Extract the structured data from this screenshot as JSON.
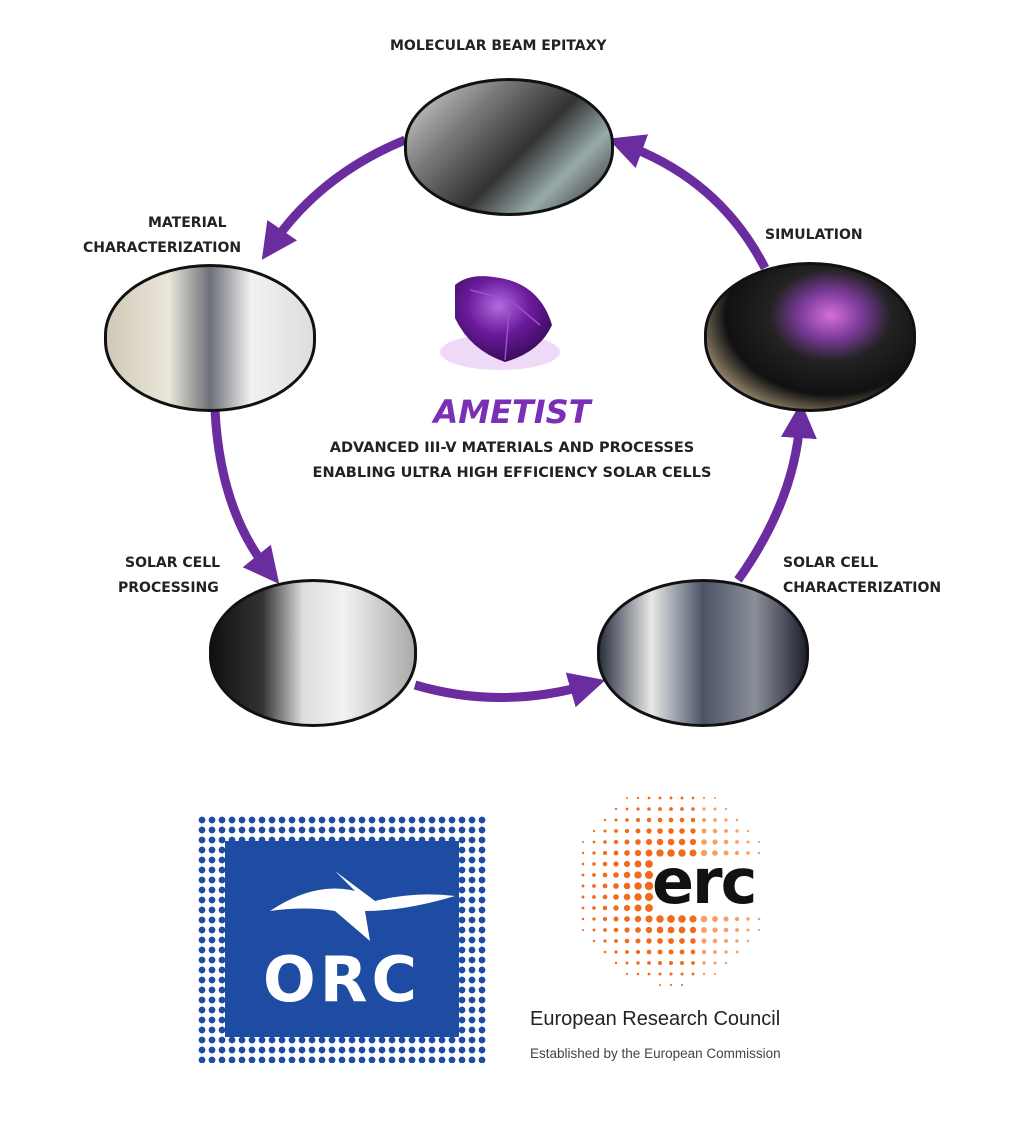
{
  "nodes": {
    "mbe": "MOLECULAR BEAM EPITAXY",
    "material_1": "MATERIAL",
    "material_2": "CHARACTERIZATION",
    "simulation": "SIMULATION",
    "processing_1": "SOLAR CELL",
    "processing_2": "PROCESSING",
    "cellchar_1": "SOLAR CELL",
    "cellchar_2": "CHARACTERIZATION"
  },
  "center": {
    "title": "AMETIST",
    "subtitle_1": "ADVANCED III-V MATERIALS AND PROCESSES",
    "subtitle_2": "ENABLING ULTRA HIGH EFFICIENCY SOLAR CELLS"
  },
  "logos": {
    "orc": "ORC",
    "erc": "erc",
    "erc_name": "European Research Council",
    "erc_tagline": "Established by the European Commission"
  },
  "colors": {
    "arrow": "#6a2c9e",
    "title": "#7b2fb5",
    "orc": "#1e4ca3",
    "erc": "#f26a1b"
  }
}
